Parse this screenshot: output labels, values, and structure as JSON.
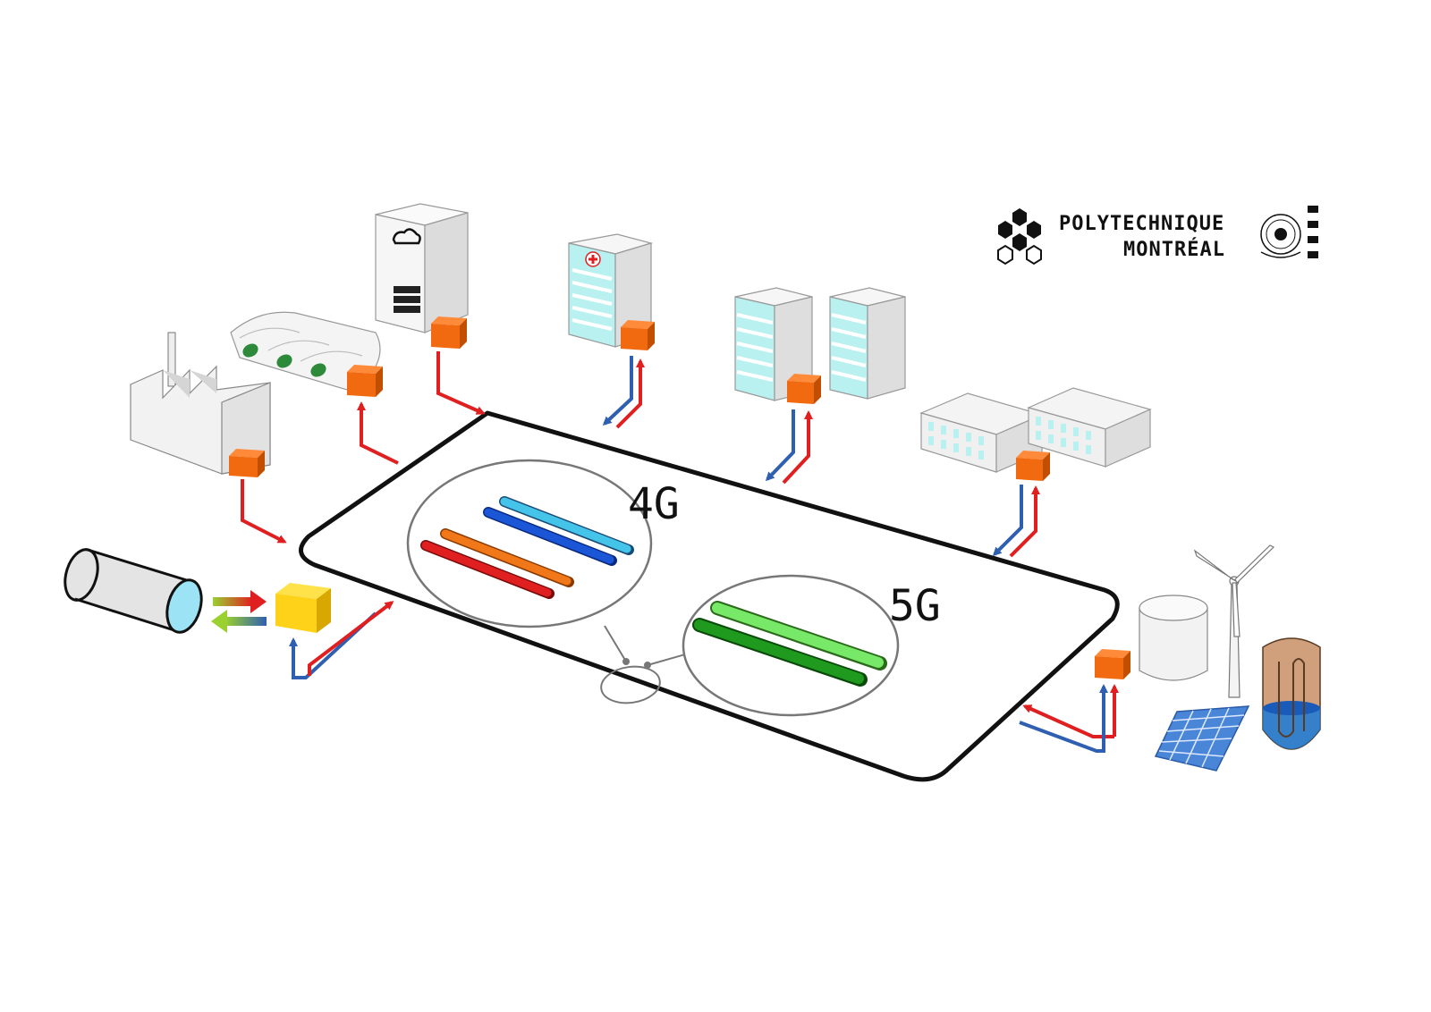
{
  "labels": {
    "gen4": "4G",
    "gen5": "5G"
  },
  "logo": {
    "line1": "POLYTECHNIQUE",
    "line2": "MONTRÉAL"
  },
  "colors": {
    "supply": "#e02020",
    "return": "#2f5fb0",
    "substation": "#f26a10",
    "central_unit": "#ffd21a",
    "pipe_4g": [
      "#44c4e8",
      "#1a56d6",
      "#f07818",
      "#e02020"
    ],
    "pipe_5g": [
      "#77e868",
      "#1f9a1f"
    ],
    "building_glass": "#b9f0f0",
    "loop": "#111111"
  },
  "icons": [
    "factory-icon",
    "greenhouse-icon",
    "data-center-icon",
    "hospital-icon",
    "office-tower-icon",
    "residential-block-icon",
    "tunnel-pipe-icon",
    "storage-tank-icon",
    "wind-turbine-icon",
    "solar-panel-icon",
    "borehole-icon"
  ]
}
